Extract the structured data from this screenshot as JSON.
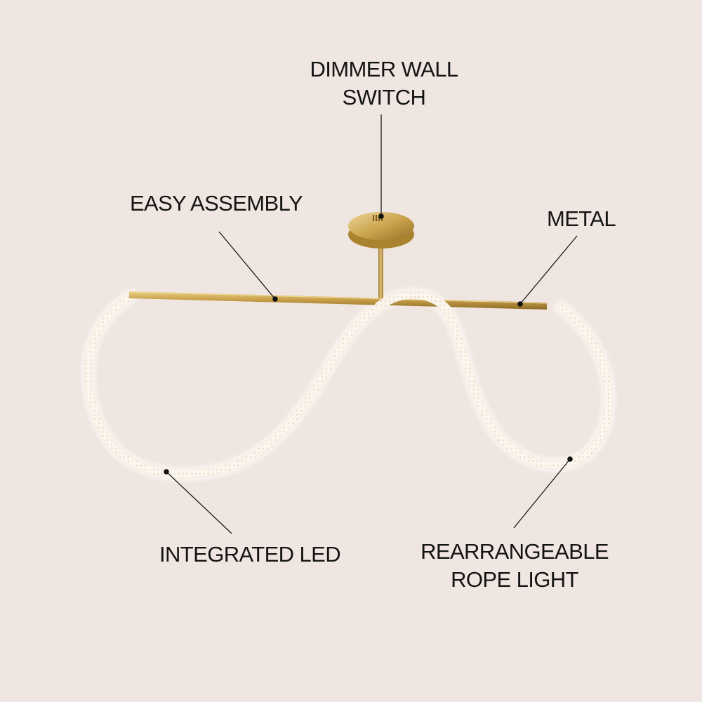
{
  "colors": {
    "background": "#f0e6e1",
    "gold": "#c9a14a",
    "rope": "#fbf6ee",
    "ink": "#141414"
  },
  "callouts": {
    "dimmer": "DIMMER WALL\nSWITCH",
    "easy_assembly": "EASY ASSEMBLY",
    "metal": "METAL",
    "integrated_led": "INTEGRATED LED",
    "rope_light": "REARRANGEABLE\nROPE LIGHT"
  }
}
